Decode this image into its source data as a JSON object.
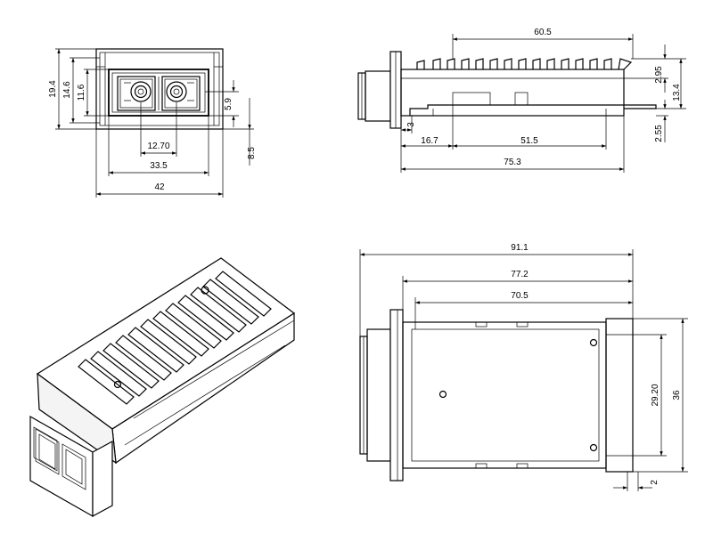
{
  "front_view": {
    "dims": {
      "height_outer": "19.4",
      "height_inner": "14.6",
      "height_port": "11.6",
      "port_offset": "5.9",
      "bottom_offset": "8.5",
      "port_pitch": "12.70",
      "port_span": "33.5",
      "width_total": "42"
    }
  },
  "side_view": {
    "dims": {
      "fin_length": "60.5",
      "fin_height": "2.95",
      "body_height": "13.4",
      "rail_height": "2.55",
      "flange": "3",
      "front_section": "16.7",
      "mid_section": "51.5",
      "length_body": "75.3"
    }
  },
  "top_view": {
    "dims": {
      "length_total": "91.1",
      "length_mid": "77.2",
      "length_inner": "70.5",
      "width_inner": "29.20",
      "width_total": "36",
      "tab": "2"
    }
  }
}
